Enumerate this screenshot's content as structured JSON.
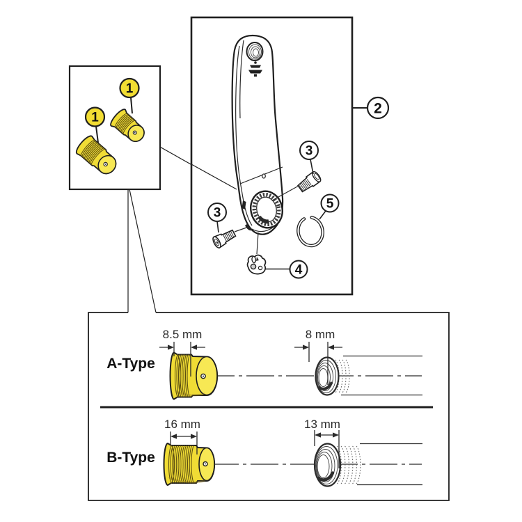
{
  "diagram": {
    "callouts": {
      "part1": "1",
      "part2": "2",
      "part3": "3",
      "part4": "4",
      "part5": "5"
    },
    "panel": {
      "rows": [
        {
          "label": "A-Type",
          "bolt_width": "8.5 mm",
          "hole_width": "8 mm"
        },
        {
          "label": "B-Type",
          "bolt_width": "16 mm",
          "hole_width": "13 mm"
        }
      ]
    },
    "colors": {
      "part_yellow": "#F0DC35",
      "part_yellow_light": "#F7E854",
      "callout_yellow": "#F2DD33",
      "outline": "#1F1F1F"
    }
  }
}
